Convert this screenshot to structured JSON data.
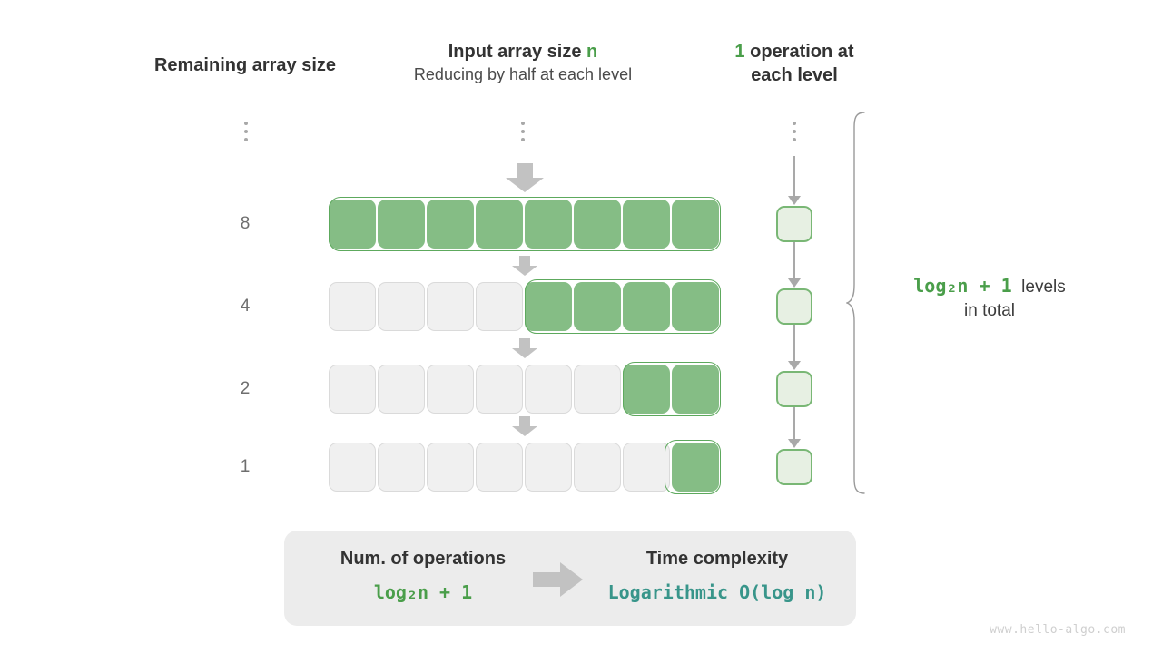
{
  "headers": {
    "left": {
      "title": "Remaining array size"
    },
    "middle": {
      "title_main": "Input array size",
      "title_accent": "n",
      "subtitle": "Reducing by half at each level"
    },
    "right": {
      "accent": "1",
      "line1": " operation at",
      "line2": "each level"
    }
  },
  "levels": [
    {
      "size_label": "8",
      "total_cells": 8,
      "active_cells": 8,
      "active_start": 0
    },
    {
      "size_label": "4",
      "total_cells": 8,
      "active_cells": 4,
      "active_start": 4
    },
    {
      "size_label": "2",
      "total_cells": 8,
      "active_cells": 2,
      "active_start": 6
    },
    {
      "size_label": "1",
      "total_cells": 8,
      "active_cells": 1,
      "active_start": 7
    }
  ],
  "operations_per_level": 1,
  "operation_cells": 4,
  "ellipsis_dots": 3,
  "brace_note": {
    "formula": "log₂n + 1",
    "text": "levels",
    "text2": "in total"
  },
  "summary": {
    "left_title": "Num. of operations",
    "left_value": "log₂n + 1",
    "right_title": "Time complexity",
    "right_value": "Logarithmic  O(log n)"
  },
  "watermark": "www.hello-algo.com",
  "colors": {
    "green_fill": "#85bd85",
    "green_border": "#5da95d",
    "light_green_fill": "#e7f0e3",
    "light_green_border": "#79b775",
    "gray_fill": "#f0f0f0",
    "gray_border": "#dadada",
    "accent_green": "#4a9e4a",
    "teal": "#38958a",
    "arrow_gray": "#c2c2c2",
    "text_dark": "#333333",
    "text_muted": "#6e6e6e"
  }
}
